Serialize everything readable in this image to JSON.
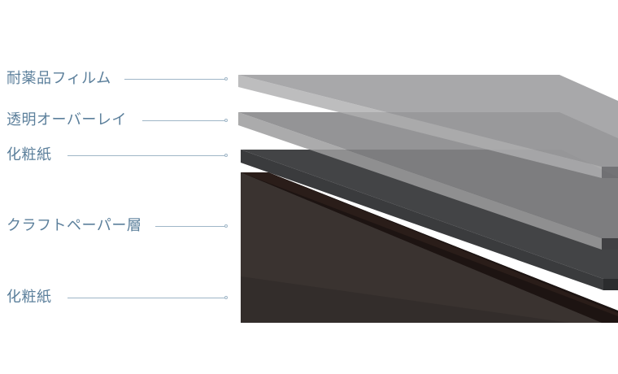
{
  "colors": {
    "label_text": "#5b7f9b",
    "leader_line": "#9fb6c7"
  },
  "layers": [
    {
      "label": "耐薬品フィルム",
      "material": "chemical-resistant-film"
    },
    {
      "label": "透明オーバーレイ",
      "material": "transparent-overlay"
    },
    {
      "label": "化粧紙",
      "material": "decorative-paper"
    },
    {
      "label": "クラフトペーパー層",
      "material": "kraft-paper"
    },
    {
      "label": "化粧紙",
      "material": "decorative-paper"
    }
  ]
}
